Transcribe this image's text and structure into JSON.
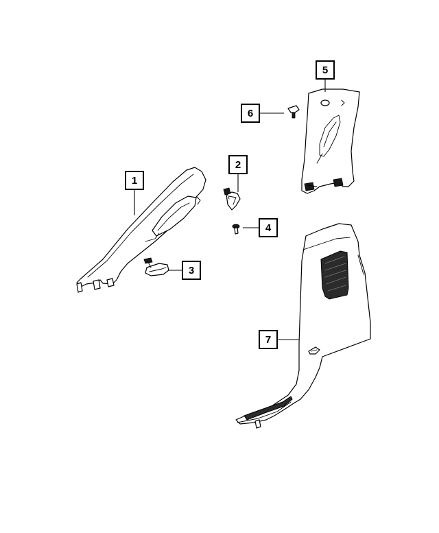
{
  "diagram": {
    "callouts": [
      {
        "id": "1",
        "label": "1"
      },
      {
        "id": "2",
        "label": "2"
      },
      {
        "id": "3",
        "label": "3"
      },
      {
        "id": "4",
        "label": "4"
      },
      {
        "id": "5",
        "label": "5"
      },
      {
        "id": "6",
        "label": "6"
      },
      {
        "id": "7",
        "label": "7"
      }
    ],
    "parts": [
      {
        "callout": "1",
        "icon": "a-pillar-trim-panel"
      },
      {
        "callout": "2",
        "icon": "grab-handle-cover-clip"
      },
      {
        "callout": "3",
        "icon": "trim-cap-clip"
      },
      {
        "callout": "4",
        "icon": "push-pin-retainer"
      },
      {
        "callout": "5",
        "icon": "b-pillar-upper-trim-panel"
      },
      {
        "callout": "6",
        "icon": "push-pin-clip"
      },
      {
        "callout": "7",
        "icon": "b-pillar-lower-trim-panel"
      }
    ]
  }
}
